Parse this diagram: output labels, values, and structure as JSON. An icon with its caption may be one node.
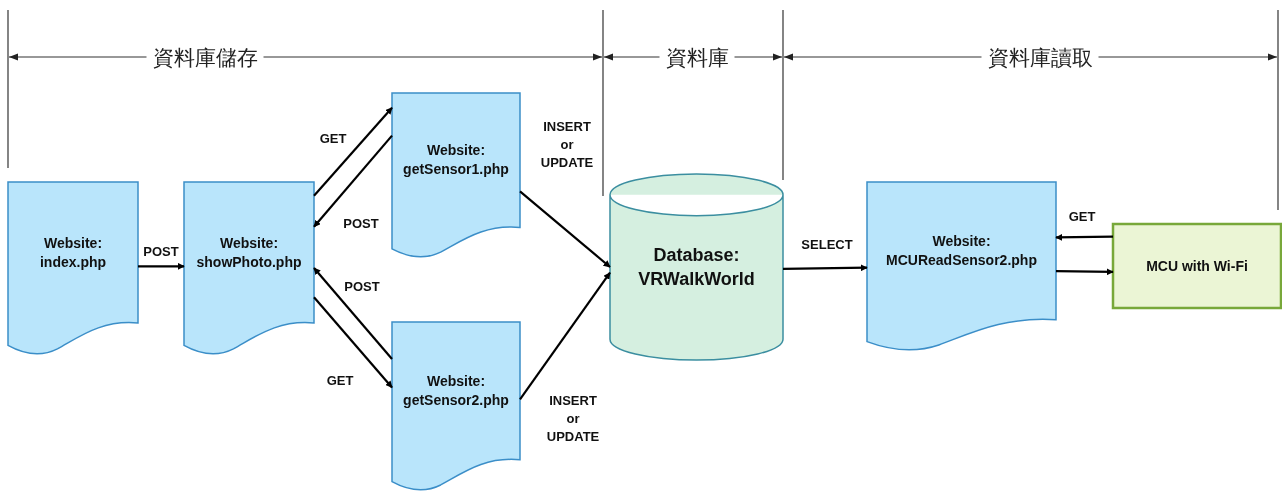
{
  "diagram": {
    "nodes": [
      {
        "text": [
          "Website: index.php"
        ]
      },
      {
        "text": [
          "Website: showPhoto.php"
        ]
      },
      {
        "text": [
          "Website: getSensor1.php"
        ]
      },
      {
        "text": [
          "Website: getSensor2.php"
        ]
      },
      {
        "text": [
          "Database: VRWalkWorld"
        ]
      },
      {
        "text": [
          "Website: MCUReadSensor2.php"
        ]
      },
      {
        "text": [
          "MCU with Wi-Fi"
        ]
      }
    ],
    "edges": [
      {
        "from": 0,
        "to": 1,
        "arrow": "to",
        "label": "POST"
      },
      {
        "from": 1,
        "to": 2,
        "arrow": "to",
        "label": "GET"
      },
      {
        "from": 2,
        "to": 1,
        "arrow": "to",
        "label": "POST"
      },
      {
        "from": 3,
        "to": 1,
        "arrow": "to",
        "label": "POST"
      },
      {
        "from": 1,
        "to": 3,
        "arrow": "to",
        "label": "GET"
      },
      {
        "from": 2,
        "to": 4,
        "arrow": "to",
        "label": "INSERT or UPDATE"
      },
      {
        "from": 3,
        "to": 4,
        "arrow": "to",
        "label": "INSERT or UPDATE"
      },
      {
        "from": 4,
        "to": 5,
        "arrow": "to",
        "label": "SELECT"
      },
      {
        "from": 6,
        "to": 5,
        "arrow": "to",
        "label": "GET"
      },
      {
        "from": 5,
        "to": 6,
        "arrow": "to"
      }
    ],
    "labels": [
      "資料庫儲存",
      "資料庫",
      "資料庫讀取"
    ]
  }
}
